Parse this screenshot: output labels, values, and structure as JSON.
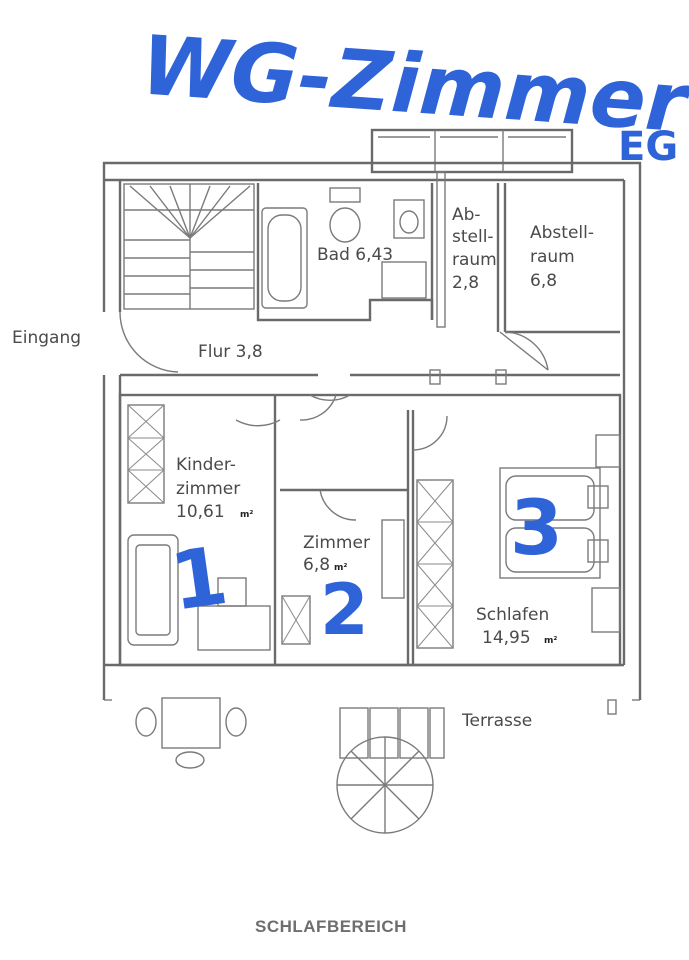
{
  "handwritten": {
    "title": "WG-Zimmer",
    "suffix": "EG",
    "room_numbers": [
      "1",
      "2",
      "3"
    ]
  },
  "labels": {
    "eingang": "Eingang",
    "flur": "Flur 3,8",
    "bad": "Bad 6,43",
    "abstell1": [
      "Ab-",
      "stell-",
      "raum",
      "2,8"
    ],
    "abstell2": [
      "Abstell-",
      "raum",
      "6,8"
    ],
    "kinder": [
      "Kinder-",
      "zimmer",
      "10,61"
    ],
    "zimmer": [
      "Zimmer",
      "6,8"
    ],
    "schlafen": [
      "Schlafen",
      "14,95"
    ],
    "terrasse": "Terrasse",
    "unit": "m²"
  },
  "footer": "SCHLAFBEREICH",
  "colors": {
    "ink": "#2f63d8",
    "walls": "#6a6a6a",
    "text": "#4a4a4a"
  }
}
